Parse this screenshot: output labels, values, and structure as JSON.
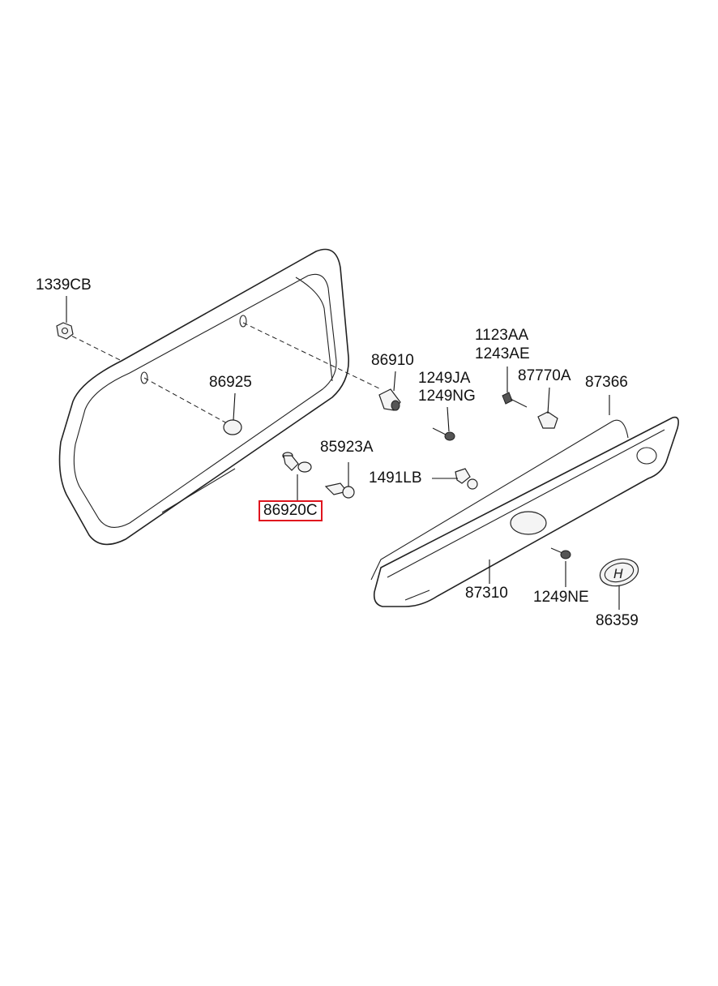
{
  "diagram": {
    "parts": [
      {
        "id": "p1339CB",
        "number": "1339CB",
        "highlighted": false
      },
      {
        "id": "p86925",
        "number": "86925",
        "highlighted": false
      },
      {
        "id": "p86910",
        "number": "86910",
        "highlighted": false
      },
      {
        "id": "p86920C",
        "number": "86920C",
        "highlighted": true
      },
      {
        "id": "p85923A",
        "number": "85923A",
        "highlighted": false
      },
      {
        "id": "p1123AA",
        "number": "1123AA",
        "highlighted": false
      },
      {
        "id": "p1243AE",
        "number": "1243AE",
        "highlighted": false
      },
      {
        "id": "p1249JA",
        "number": "1249JA",
        "highlighted": false
      },
      {
        "id": "p1249NG",
        "number": "1249NG",
        "highlighted": false
      },
      {
        "id": "p87770A",
        "number": "87770A",
        "highlighted": false
      },
      {
        "id": "p87366",
        "number": "87366",
        "highlighted": false
      },
      {
        "id": "p1491LB",
        "number": "1491LB",
        "highlighted": false
      },
      {
        "id": "p87310",
        "number": "87310",
        "highlighted": false
      },
      {
        "id": "p1249NE",
        "number": "1249NE",
        "highlighted": false
      },
      {
        "id": "p86359",
        "number": "86359",
        "highlighted": false
      }
    ],
    "highlight_color": "#e0141e"
  }
}
